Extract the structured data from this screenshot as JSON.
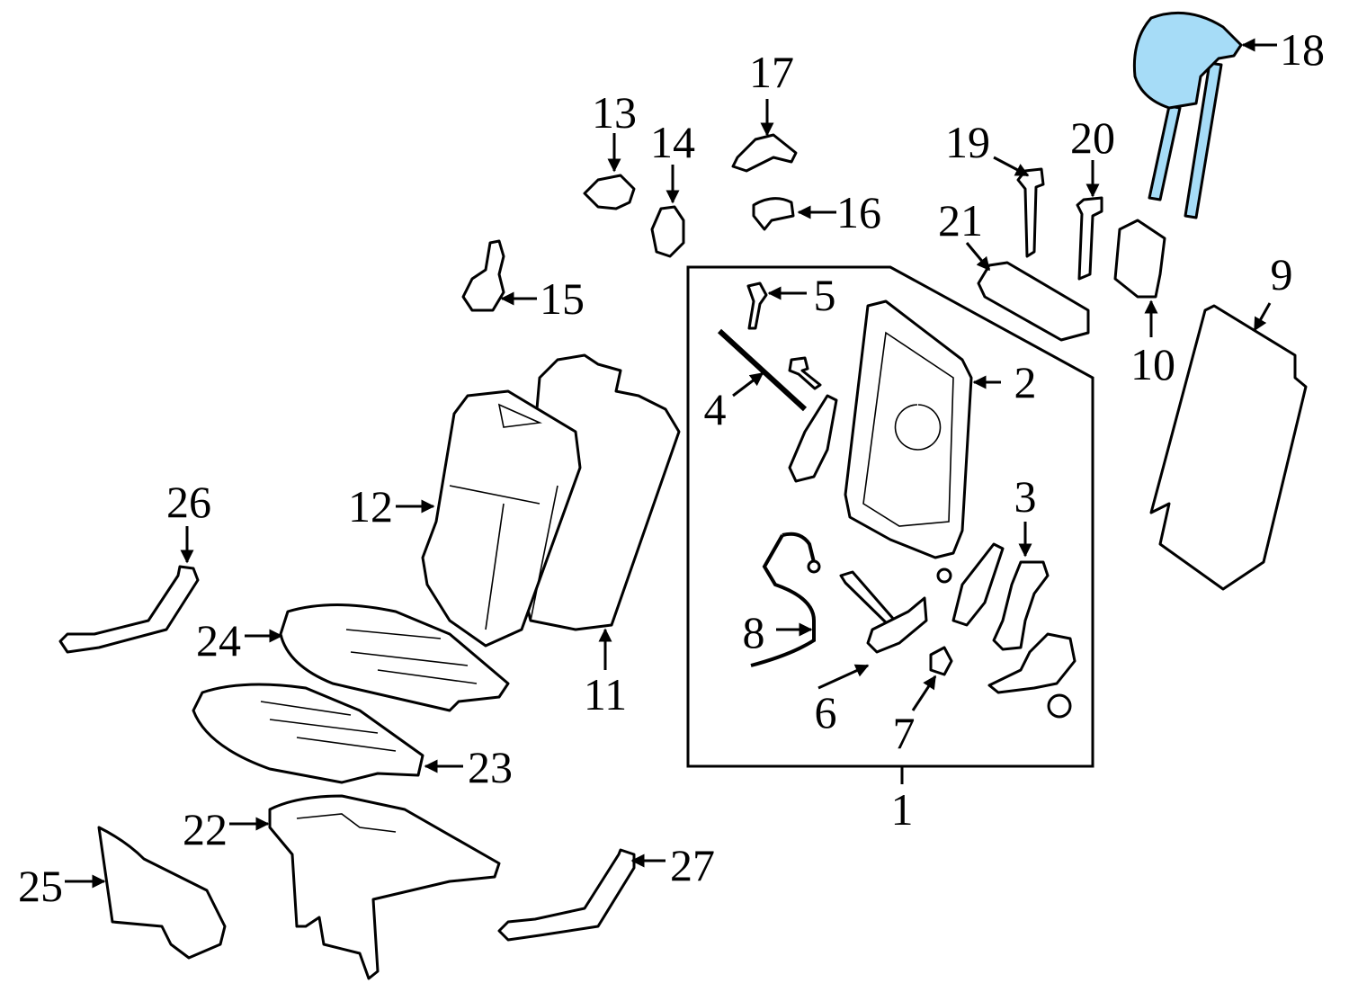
{
  "highlight_color": "#a6dcf7",
  "highlighted_part": "18",
  "callouts": {
    "c1": "1",
    "c2": "2",
    "c3": "3",
    "c4": "4",
    "c5": "5",
    "c6": "6",
    "c7": "7",
    "c8": "8",
    "c9": "9",
    "c10": "10",
    "c11": "11",
    "c12": "12",
    "c13": "13",
    "c14": "14",
    "c15": "15",
    "c16": "16",
    "c17": "17",
    "c18": "18",
    "c19": "19",
    "c20": "20",
    "c21": "21",
    "c22": "22",
    "c23": "23",
    "c24": "24",
    "c25": "25",
    "c26": "26",
    "c27": "27"
  }
}
